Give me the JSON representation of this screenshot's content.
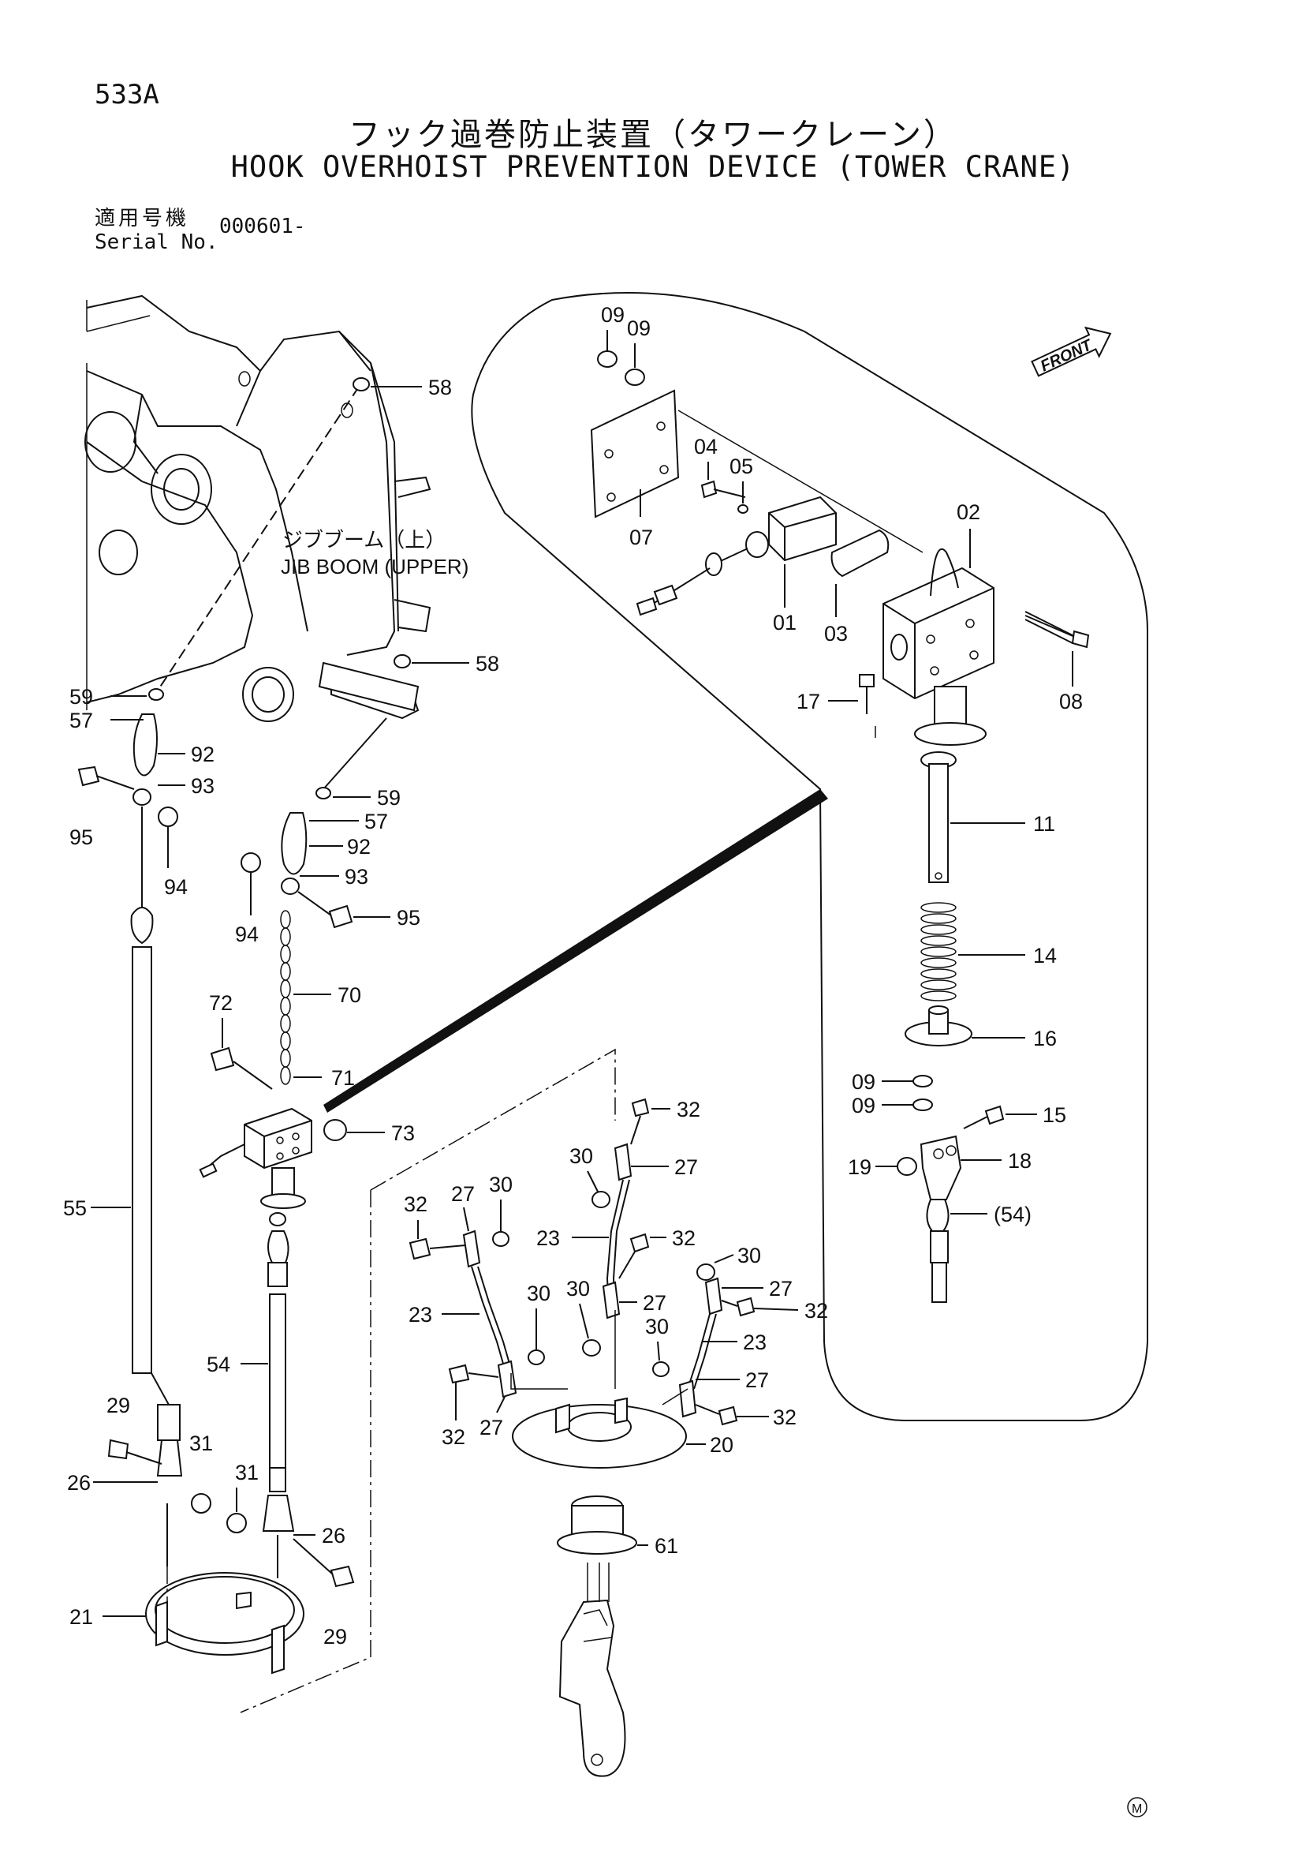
{
  "header": {
    "page_number": "533A",
    "title_jp": "フック過巻防止装置（タワークレーン）",
    "title_en": "HOOK OVERHOIST PREVENTION DEVICE (TOWER CRANE)",
    "serial_label_jp": "適用号機",
    "serial_label_en": "Serial No.",
    "serial_value": "000601-"
  },
  "captions": {
    "jib_jp": "ジブブーム（上）",
    "jib_en": "JIB BOOM (UPPER)",
    "front": "FRONT"
  },
  "labels": {
    "p01": "01",
    "p02": "02",
    "p03": "03",
    "p04": "04",
    "p05": "05",
    "p07": "07",
    "p08": "08",
    "p09a": "09",
    "p09b": "09",
    "p09c": "09",
    "p09d": "09",
    "p11": "11",
    "p14": "14",
    "p15": "15",
    "p16": "16",
    "p17": "17",
    "p18": "18",
    "p19": "19",
    "p54ref": "(54)",
    "p58a": "58",
    "p58b": "58",
    "p59a": "59",
    "p59b": "59",
    "p57a": "57",
    "p57b": "57",
    "p92a": "92",
    "p92b": "92",
    "p93a": "93",
    "p93b": "93",
    "p95a": "95",
    "p95b": "95",
    "p94a": "94",
    "p94b": "94",
    "p70": "70",
    "p71": "71",
    "p72": "72",
    "p73": "73",
    "p55": "55",
    "p54": "54",
    "p29a": "29",
    "p29b": "29",
    "p26a": "26",
    "p26b": "26",
    "p31a": "31",
    "p31b": "31",
    "p21": "21",
    "p32a": "32",
    "p32b": "32",
    "p32c": "32",
    "p32d": "32",
    "p32e": "32",
    "p32f": "32",
    "p27a": "27",
    "p27b": "27",
    "p27c": "27",
    "p27d": "27",
    "p27e": "27",
    "p27f": "27",
    "p30a": "30",
    "p30b": "30",
    "p30c": "30",
    "p30d": "30",
    "p30e": "30",
    "p30f": "30",
    "p23a": "23",
    "p23b": "23",
    "p23c": "23",
    "p20": "20",
    "p61": "61"
  },
  "watermark": "M"
}
